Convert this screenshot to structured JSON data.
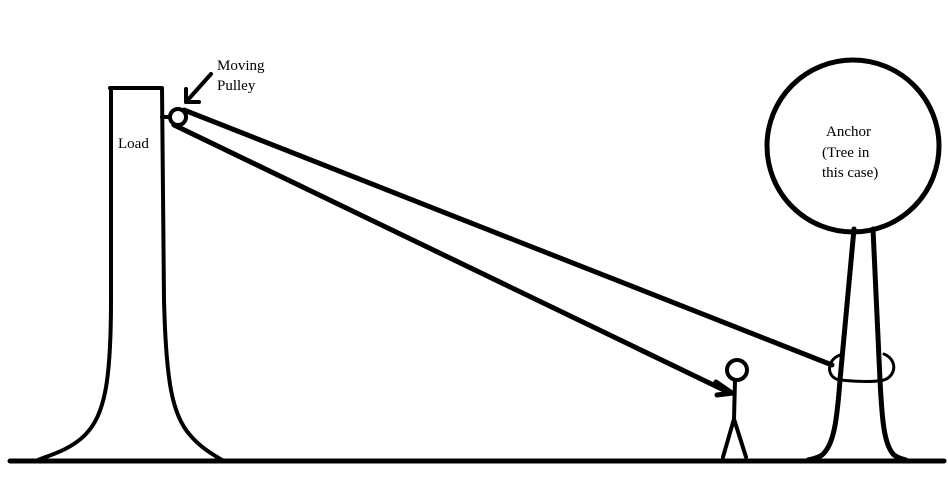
{
  "diagram": {
    "type": "pulley-system-sketch",
    "colors": {
      "background": "#ffffff",
      "ink": "#000000"
    },
    "labels": {
      "load": "Load",
      "moving_pulley_line1": "Moving",
      "moving_pulley_line2": "Pulley",
      "anchor_line1": "Anchor",
      "anchor_line2": "(Tree in",
      "anchor_line3": "this case)"
    },
    "elements": [
      {
        "id": "ground",
        "kind": "line"
      },
      {
        "id": "load",
        "kind": "post",
        "label": "Load"
      },
      {
        "id": "moving-pulley",
        "kind": "circle",
        "label": "Moving Pulley"
      },
      {
        "id": "rope-upper",
        "kind": "line",
        "from": "moving-pulley",
        "to": "anchor-tree"
      },
      {
        "id": "rope-lower",
        "kind": "arrow",
        "from": "moving-pulley",
        "to": "person"
      },
      {
        "id": "anchor-tree",
        "kind": "tree",
        "label": "Anchor (Tree in this case)"
      },
      {
        "id": "person",
        "kind": "stick-figure"
      }
    ]
  }
}
